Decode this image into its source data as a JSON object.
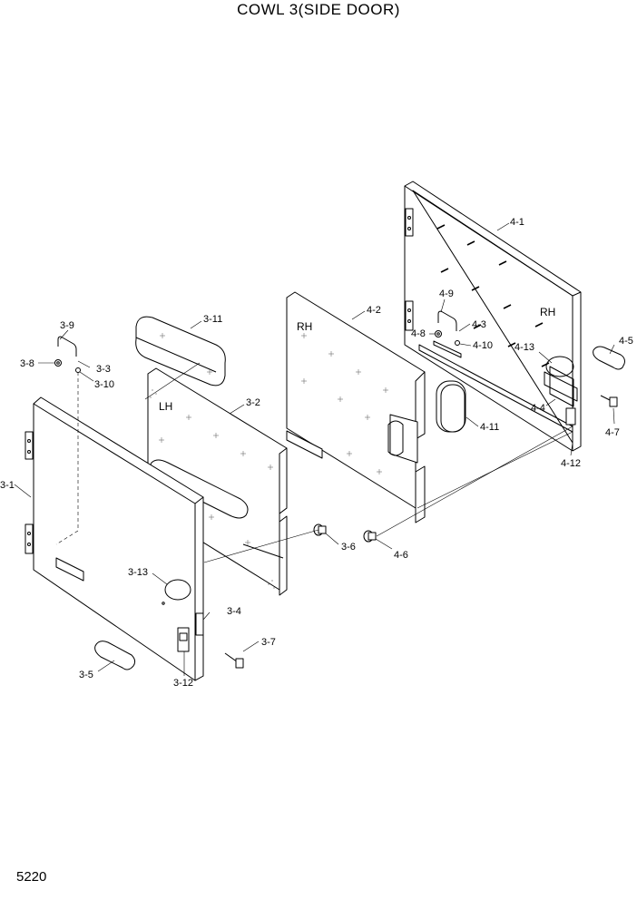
{
  "title": "COWL 3(SIDE DOOR)",
  "page_number": "5220",
  "side_labels": {
    "lh": "LH",
    "rh": "RH"
  },
  "callouts": {
    "c3_1": "3-1",
    "c3_2": "3-2",
    "c3_3": "3-3",
    "c3_4": "3-4",
    "c3_5": "3-5",
    "c3_6": "3-6",
    "c3_7": "3-7",
    "c3_8": "3-8",
    "c3_9": "3-9",
    "c3_10": "3-10",
    "c3_11": "3-11",
    "c3_12": "3-12",
    "c3_13": "3-13",
    "c4_1": "4-1",
    "c4_2": "4-2",
    "c4_3": "4-3",
    "c4_4": "4-4",
    "c4_5": "4-5",
    "c4_6": "4-6",
    "c4_7": "4-7",
    "c4_8": "4-8",
    "c4_9": "4-9",
    "c4_10": "4-10",
    "c4_11": "4-11",
    "c4_12": "4-12",
    "c4_13": "4-13"
  }
}
